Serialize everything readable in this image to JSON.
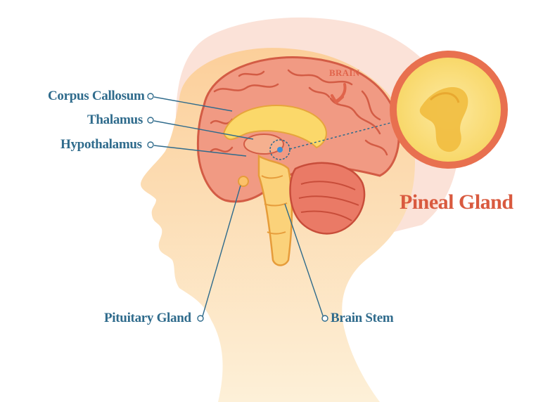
{
  "labels": {
    "corpus_callosum": "Corpus Callosum",
    "thalamus": "Thalamus",
    "hypothalamus": "Hypothalamus",
    "pituitary_gland": "Pituitary Gland",
    "brain_stem": "Brain Stem",
    "brain": "BRAIN",
    "pineal_gland": "Pineal Gland"
  },
  "colors": {
    "label_text": "#2f6b8c",
    "brain_outline": "#d9604a",
    "brain_fill": "#f0907a",
    "head_fill": "#fbdcae",
    "background_blob": "#fbe0d6",
    "pineal_ring": "#e8704f",
    "pineal_inner": "#fbe58a"
  }
}
